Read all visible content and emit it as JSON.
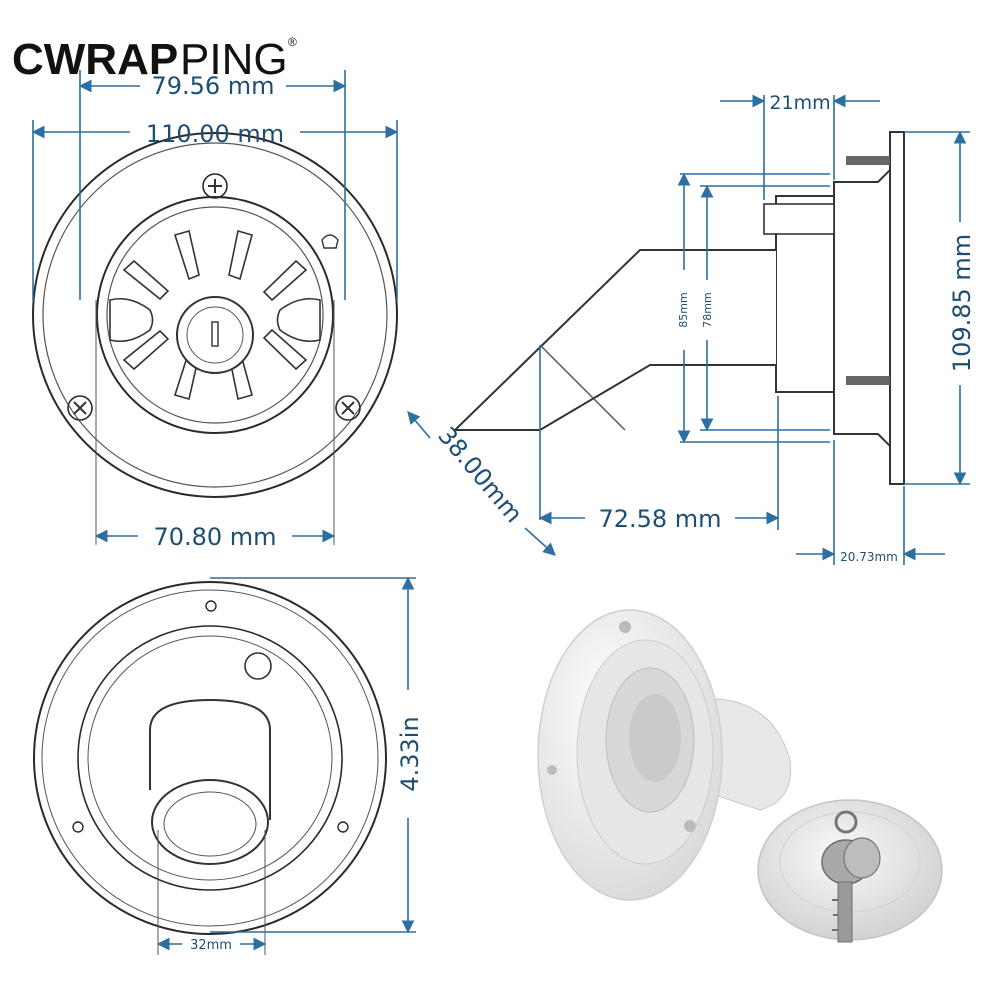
{
  "brand": {
    "name": "CWRAPPING",
    "part1": "CWRAP",
    "part2": "PING",
    "registered": "®"
  },
  "dimensions": {
    "top_inner_width": "79.56 mm",
    "top_outer_width": "110.00 mm",
    "bottom_inner_width": "70.80 mm",
    "side_depth": "21mm",
    "side_height": "109.85 mm",
    "side_85": "85mm",
    "side_78": "78mm",
    "angle_len": "38.00mm",
    "horizontal_len": "72.58 mm",
    "base_offset": "20.73mm",
    "back_height": "4.33in",
    "pipe_diameter": "32mm"
  },
  "colors": {
    "dimension": "#1e4f73",
    "outline": "#2a2a2a",
    "product": "#f2f2f2"
  }
}
